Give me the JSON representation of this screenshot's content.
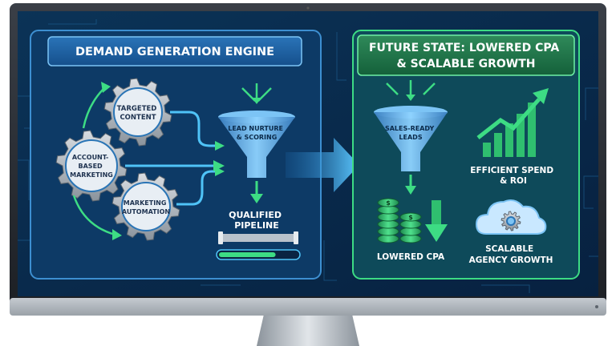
{
  "left_panel": {
    "title": "DEMAND GENERATION ENGINE",
    "gears": [
      {
        "lines": [
          "TARGETED",
          "CONTENT"
        ]
      },
      {
        "lines": [
          "ACCOUNT-",
          "BASED",
          "MARKETING"
        ]
      },
      {
        "lines": [
          "MARKETING",
          "AUTOMATION"
        ]
      }
    ],
    "funnel_lines": [
      "LEAD NURTURE",
      "& SCORING"
    ],
    "pipeline_lines": [
      "QUALIFIED",
      "PIPELINE"
    ]
  },
  "right_panel": {
    "title_lines": [
      "FUTURE STATE: LOWERED CPA",
      "& SCALABLE GROWTH"
    ],
    "funnel_lines": [
      "SALES-READY",
      "LEADS"
    ],
    "growth_lines": [
      "EFFICIENT SPEND",
      "& ROI"
    ],
    "cpa_label": "LOWERED CPA",
    "cloud_lines": [
      "SCALABLE",
      "AGENCY GROWTH"
    ]
  },
  "colors": {
    "accent_cyan": "#4fc3f7",
    "accent_green": "#3ddc84",
    "panel_blue": "#0d3a66",
    "screen_bg": "#0a2a4a"
  },
  "icons": [
    "gear-icon",
    "funnel-icon",
    "arrow-icon",
    "pipe-icon",
    "coin-stack-icon",
    "growth-chart-icon",
    "cloud-gear-icon",
    "down-arrow-icon"
  ]
}
